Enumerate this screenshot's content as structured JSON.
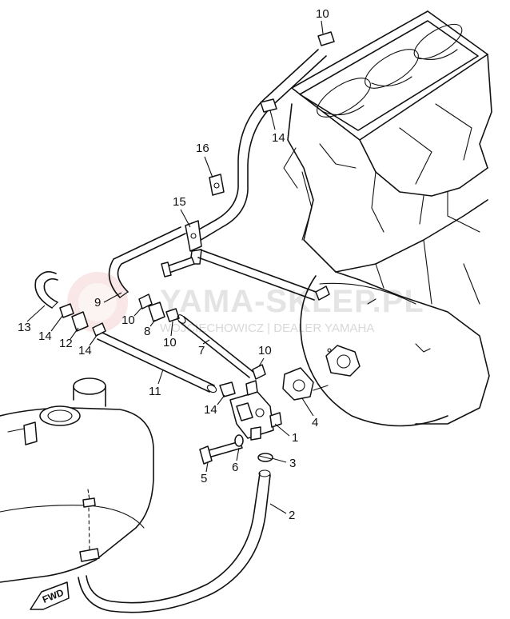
{
  "watermark": {
    "title": "YAMA-SKLEP.PL",
    "subtitle": "WOJCIECHOWICZ | DEALER YAMAHA"
  },
  "direction_badge": "FWD",
  "callouts": [
    {
      "id": "c10a",
      "label": "10"
    },
    {
      "id": "c14a",
      "label": "14"
    },
    {
      "id": "c16",
      "label": "16"
    },
    {
      "id": "c15",
      "label": "15"
    },
    {
      "id": "c9",
      "label": "9"
    },
    {
      "id": "c13",
      "label": "13"
    },
    {
      "id": "c14b",
      "label": "14"
    },
    {
      "id": "c12",
      "label": "12"
    },
    {
      "id": "c14c",
      "label": "14"
    },
    {
      "id": "c10b",
      "label": "10"
    },
    {
      "id": "c8",
      "label": "8"
    },
    {
      "id": "c10c",
      "label": "10"
    },
    {
      "id": "c7",
      "label": "7"
    },
    {
      "id": "c10d",
      "label": "10"
    },
    {
      "id": "c11",
      "label": "11"
    },
    {
      "id": "c14d",
      "label": "14"
    },
    {
      "id": "c4",
      "label": "4"
    },
    {
      "id": "c1",
      "label": "1"
    },
    {
      "id": "c3",
      "label": "3"
    },
    {
      "id": "c6",
      "label": "6"
    },
    {
      "id": "c5",
      "label": "5"
    },
    {
      "id": "c2",
      "label": "2"
    }
  ]
}
